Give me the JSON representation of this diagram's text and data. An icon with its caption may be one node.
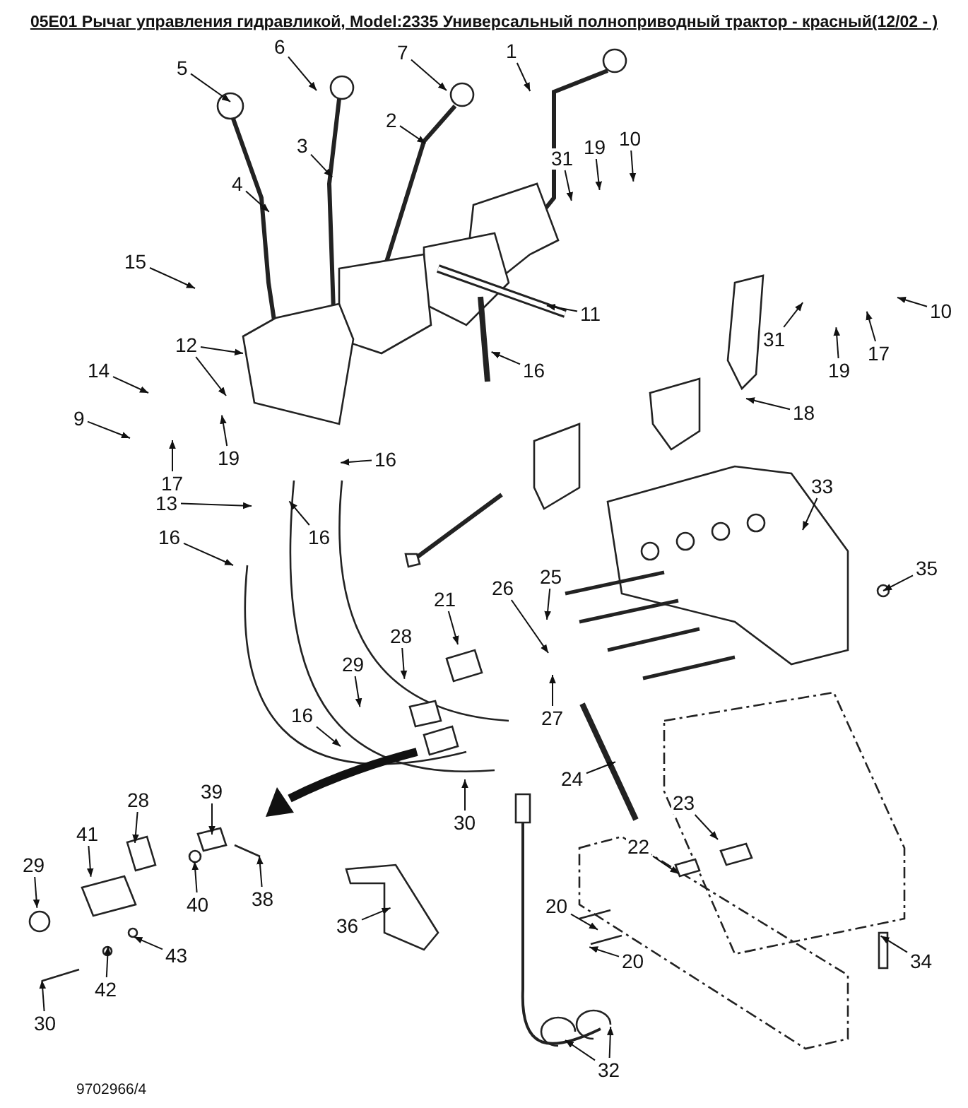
{
  "diagram": {
    "title": "05E01 Рычаг управления гидравликой, Model:2335 Универсальный полноприводный трактор - красный(12/02 - )",
    "nodes": [
      {
        "text": [
          "1"
        ]
      },
      {
        "text": [
          "5"
        ]
      },
      {
        "text": [
          "6"
        ]
      },
      {
        "text": [
          "7"
        ]
      },
      {
        "text": [
          "2"
        ]
      },
      {
        "text": [
          "3"
        ]
      },
      {
        "text": [
          "4"
        ]
      },
      {
        "text": [
          "31"
        ]
      },
      {
        "text": [
          "19"
        ]
      },
      {
        "text": [
          "10"
        ]
      },
      {
        "text": [
          "15"
        ]
      },
      {
        "text": [
          "12"
        ]
      },
      {
        "text": [
          "14"
        ]
      },
      {
        "text": [
          "11"
        ]
      },
      {
        "text": [
          "16"
        ]
      },
      {
        "text": [
          "10"
        ]
      },
      {
        "text": [
          "17"
        ]
      },
      {
        "text": [
          "19"
        ]
      },
      {
        "text": [
          "31"
        ]
      },
      {
        "text": [
          "18"
        ]
      },
      {
        "text": [
          "9"
        ]
      },
      {
        "text": [
          "19"
        ]
      },
      {
        "text": [
          "17"
        ]
      },
      {
        "text": [
          "13"
        ]
      },
      {
        "text": [
          "16"
        ]
      },
      {
        "text": [
          "16"
        ]
      },
      {
        "text": [
          "16"
        ]
      },
      {
        "text": [
          "33"
        ]
      },
      {
        "text": [
          "35"
        ]
      },
      {
        "text": [
          "25"
        ]
      },
      {
        "text": [
          "26"
        ]
      },
      {
        "text": [
          "21"
        ]
      },
      {
        "text": [
          "28"
        ]
      },
      {
        "text": [
          "29"
        ]
      },
      {
        "text": [
          "16"
        ]
      },
      {
        "text": [
          "27"
        ]
      },
      {
        "text": [
          "24"
        ]
      },
      {
        "text": [
          "39"
        ]
      },
      {
        "text": [
          "28"
        ]
      },
      {
        "text": [
          "23"
        ]
      },
      {
        "text": [
          "30"
        ]
      },
      {
        "text": [
          "41"
        ]
      },
      {
        "text": [
          "22"
        ]
      },
      {
        "text": [
          "29"
        ]
      },
      {
        "text": [
          "38"
        ]
      },
      {
        "text": [
          "40"
        ]
      },
      {
        "text": [
          "20"
        ]
      },
      {
        "text": [
          "36"
        ]
      },
      {
        "text": [
          "43"
        ]
      },
      {
        "text": [
          "20"
        ]
      },
      {
        "text": [
          "34"
        ]
      },
      {
        "text": [
          "42"
        ]
      },
      {
        "text": [
          "30"
        ]
      },
      {
        "text": [
          "32"
        ]
      }
    ],
    "edges": [
      {
        "from": 0,
        "to": null,
        "arrow": "to"
      },
      {
        "from": 1,
        "to": null,
        "arrow": "to"
      },
      {
        "from": 2,
        "to": null,
        "arrow": "to"
      },
      {
        "from": 3,
        "to": null,
        "arrow": "to"
      },
      {
        "from": 4,
        "to": null,
        "arrow": "to"
      },
      {
        "from": 5,
        "to": null,
        "arrow": "to"
      },
      {
        "from": 6,
        "to": null,
        "arrow": "to"
      },
      {
        "from": 7,
        "to": null,
        "arrow": "to"
      },
      {
        "from": 8,
        "to": null,
        "arrow": "to"
      },
      {
        "from": 9,
        "to": null,
        "arrow": "to"
      },
      {
        "from": 10,
        "to": null,
        "arrow": "to"
      },
      {
        "from": 11,
        "to": null,
        "arrow": "to"
      },
      {
        "from": 11,
        "to": null,
        "arrow": "to"
      },
      {
        "from": 12,
        "to": null,
        "arrow": "to"
      },
      {
        "from": 13,
        "to": null,
        "arrow": "to"
      },
      {
        "from": 14,
        "to": null,
        "arrow": "to"
      },
      {
        "from": 15,
        "to": null,
        "arrow": "to"
      },
      {
        "from": 16,
        "to": null,
        "arrow": "to"
      },
      {
        "from": 17,
        "to": null,
        "arrow": "to"
      },
      {
        "from": 18,
        "to": null,
        "arrow": "to"
      },
      {
        "from": 19,
        "to": null,
        "arrow": "to"
      },
      {
        "from": 20,
        "to": null,
        "arrow": "to"
      },
      {
        "from": 21,
        "to": null,
        "arrow": "to"
      },
      {
        "from": 22,
        "to": null,
        "arrow": "to"
      },
      {
        "from": 23,
        "to": null,
        "arrow": "to"
      },
      {
        "from": 24,
        "to": null,
        "arrow": "to"
      },
      {
        "from": 25,
        "to": null,
        "arrow": "to"
      },
      {
        "from": 26,
        "to": null,
        "arrow": "to"
      },
      {
        "from": 27,
        "to": null,
        "arrow": "to"
      },
      {
        "from": 28,
        "to": null,
        "arrow": "to"
      },
      {
        "from": 29,
        "to": null,
        "arrow": "to"
      },
      {
        "from": 30,
        "to": null,
        "arrow": "to"
      },
      {
        "from": 31,
        "to": null,
        "arrow": "to"
      },
      {
        "from": 32,
        "to": null,
        "arrow": "to"
      },
      {
        "from": 33,
        "to": null,
        "arrow": "to"
      },
      {
        "from": 34,
        "to": null,
        "arrow": "to"
      },
      {
        "from": 35,
        "to": null,
        "arrow": "to"
      },
      {
        "from": 36,
        "to": null,
        "arrow": "to"
      },
      {
        "from": 37,
        "to": null,
        "arrow": "to"
      },
      {
        "from": 38,
        "to": null,
        "arrow": "to"
      },
      {
        "from": 39,
        "to": null,
        "arrow": "to"
      },
      {
        "from": 40,
        "to": null,
        "arrow": "to"
      },
      {
        "from": 41,
        "to": null,
        "arrow": "to"
      },
      {
        "from": 42,
        "to": null,
        "arrow": "to"
      },
      {
        "from": 43,
        "to": null,
        "arrow": "to"
      },
      {
        "from": 44,
        "to": null,
        "arrow": "to"
      },
      {
        "from": 45,
        "to": null,
        "arrow": "to"
      },
      {
        "from": 46,
        "to": null,
        "arrow": "to"
      },
      {
        "from": 47,
        "to": null,
        "arrow": "to"
      },
      {
        "from": 48,
        "to": null,
        "arrow": "to"
      },
      {
        "from": 49,
        "to": null,
        "arrow": "to"
      },
      {
        "from": 50,
        "to": null,
        "arrow": "to"
      },
      {
        "from": 51,
        "to": null,
        "arrow": "to"
      },
      {
        "from": 52,
        "to": null,
        "arrow": "to"
      },
      {
        "from": 53,
        "to": null,
        "arrow": "to"
      },
      {
        "from": 53,
        "to": null,
        "arrow": "to"
      }
    ],
    "labels": [
      "9702966/4"
    ]
  }
}
